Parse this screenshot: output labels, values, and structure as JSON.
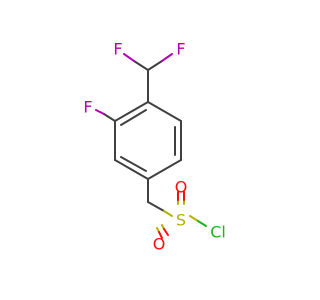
{
  "atoms": {
    "f_left": {
      "label": "F",
      "color": "#b300b3"
    },
    "f_right": {
      "label": "F",
      "color": "#b300b3"
    },
    "f_ring": {
      "label": "F",
      "color": "#b300b3"
    },
    "sulfur": {
      "label": "S",
      "color": "#b3b300"
    },
    "o_top": {
      "label": "O",
      "color": "#ff0d0d"
    },
    "o_bottom": {
      "label": "O",
      "color": "#ff0d0d"
    },
    "chlorine": {
      "label": "Cl",
      "color": "#1fb31f"
    }
  },
  "colors": {
    "bond": "#404040",
    "background": "#ffffff"
  }
}
